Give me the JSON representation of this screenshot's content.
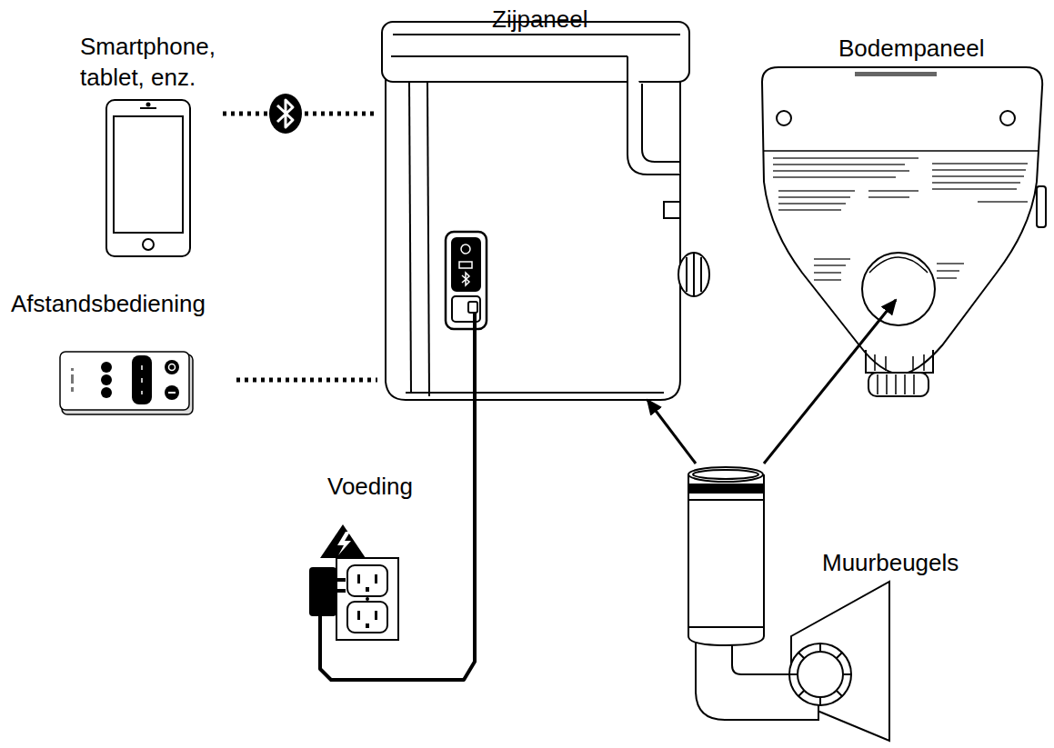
{
  "diagram": {
    "nodes": [
      {
        "text": [
          "Smartphone, tablet, enz."
        ]
      },
      {
        "text": [
          "Zijpaneel"
        ]
      },
      {
        "text": [
          "Bodempaneel"
        ]
      },
      {
        "text": [
          "Afstandsbediening"
        ]
      },
      {
        "text": [
          "Voeding"
        ]
      },
      {
        "text": [
          "Muurbeugels"
        ]
      }
    ],
    "edges": [
      {
        "from": 0,
        "to": 1,
        "arrow": "none"
      },
      {
        "from": 3,
        "to": 1,
        "arrow": "none"
      },
      {
        "from": 1,
        "to": 4,
        "arrow": "none"
      },
      {
        "from": 5,
        "to": 1,
        "arrow": "to"
      },
      {
        "from": 5,
        "to": 2,
        "arrow": "to"
      }
    ]
  }
}
